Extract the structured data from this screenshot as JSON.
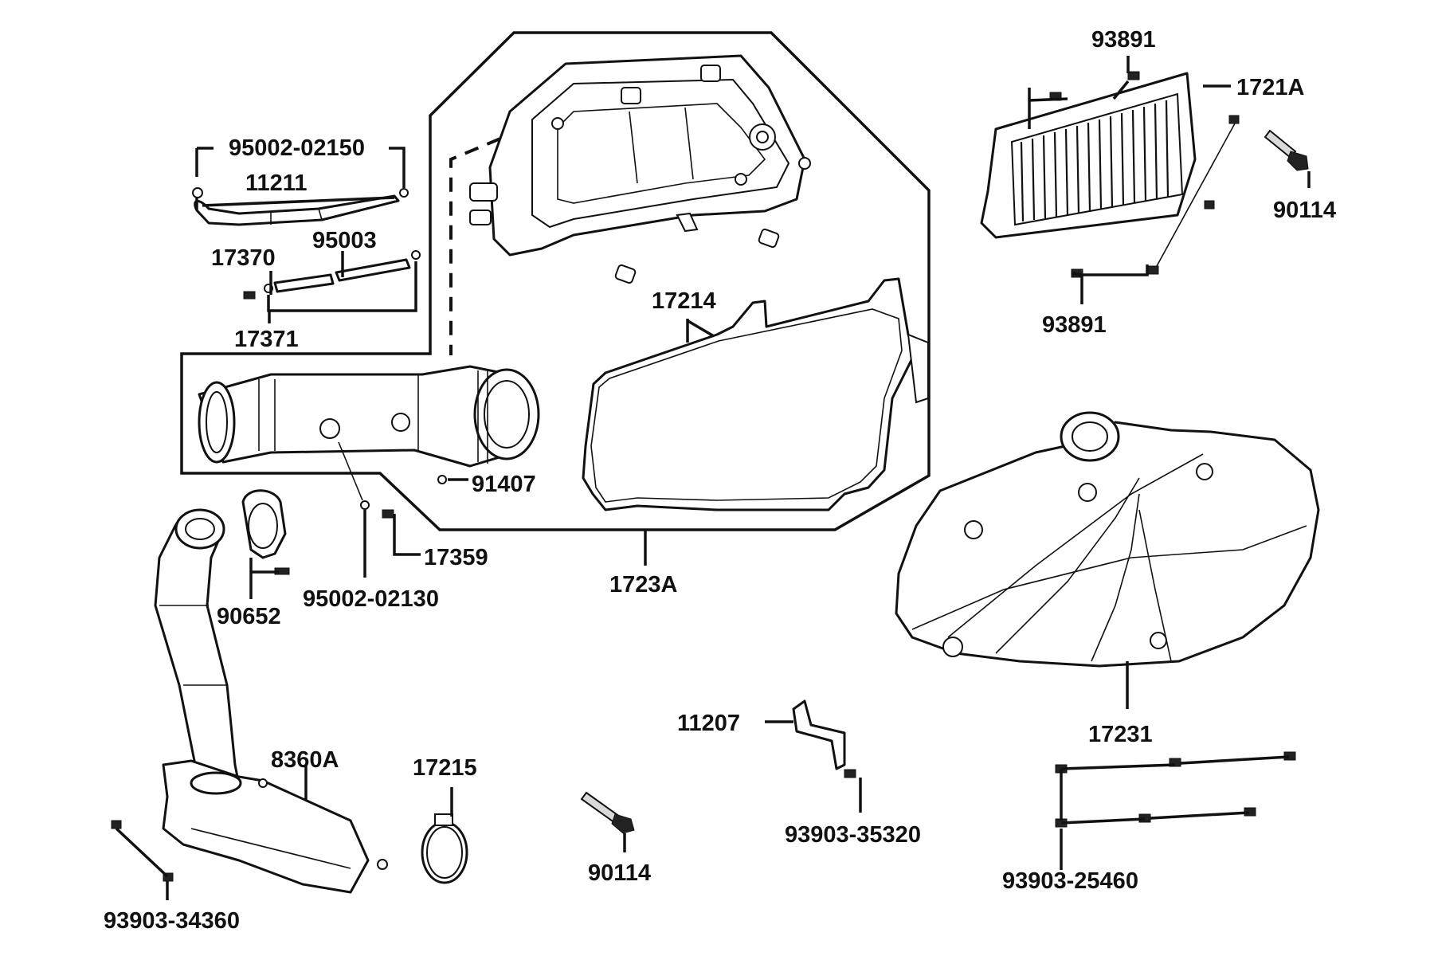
{
  "diagram": {
    "part_labels": [
      {
        "id": "93891-top",
        "text": "93891"
      },
      {
        "id": "1721A",
        "text": "1721A"
      },
      {
        "id": "90114-top",
        "text": "90114"
      },
      {
        "id": "93891-bottom",
        "text": "93891"
      },
      {
        "id": "95002-02150",
        "text": "95002-02150"
      },
      {
        "id": "11211",
        "text": "11211"
      },
      {
        "id": "17370",
        "text": "17370"
      },
      {
        "id": "95003",
        "text": "95003"
      },
      {
        "id": "17371",
        "text": "17371"
      },
      {
        "id": "17214",
        "text": "17214"
      },
      {
        "id": "91407",
        "text": "91407"
      },
      {
        "id": "17359",
        "text": "17359"
      },
      {
        "id": "95002-02130",
        "text": "95002-02130"
      },
      {
        "id": "90652",
        "text": "90652"
      },
      {
        "id": "1723A",
        "text": "1723A"
      },
      {
        "id": "17231",
        "text": "17231"
      },
      {
        "id": "11207",
        "text": "11207"
      },
      {
        "id": "8360A",
        "text": "8360A"
      },
      {
        "id": "17215",
        "text": "17215"
      },
      {
        "id": "90114-bottom",
        "text": "90114"
      },
      {
        "id": "93903-35320",
        "text": "93903-35320"
      },
      {
        "id": "93903-25460",
        "text": "93903-25460"
      },
      {
        "id": "93903-34360",
        "text": "93903-34360"
      }
    ]
  }
}
